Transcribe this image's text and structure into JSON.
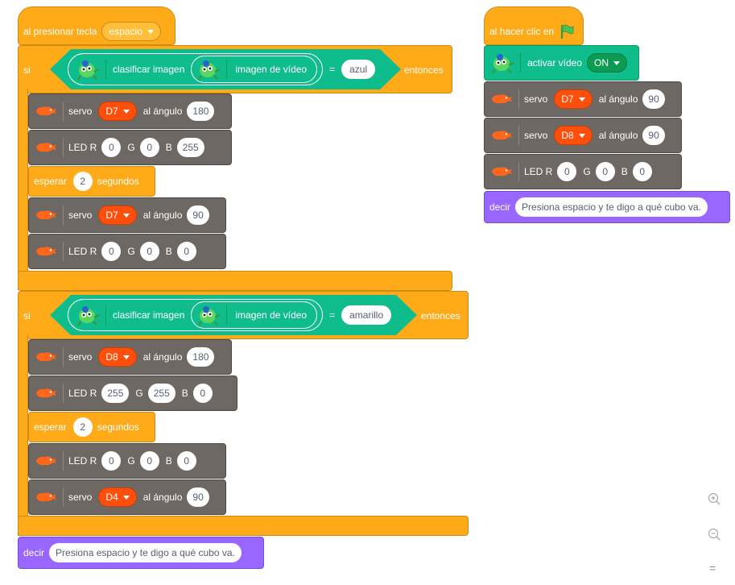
{
  "left_script": {
    "hat": {
      "label": "al presionar tecla",
      "key": "espacio"
    },
    "if1": {
      "si": "si",
      "classify_label": "clasificar imagen",
      "video_label": "imagen de vídeo",
      "equals": "=",
      "value": "azul",
      "then": "entonces",
      "blocks": [
        {
          "type": "servo",
          "servo_label": "servo",
          "port": "D7",
          "angle_label": "al ángulo",
          "angle": "180"
        },
        {
          "type": "led",
          "led_label": "LED R",
          "r": "0",
          "g_label": "G",
          "g": "0",
          "b_label": "B",
          "b": "255"
        },
        {
          "type": "wait",
          "wait_label": "esperar",
          "seconds": "2",
          "seconds_label": "segundos"
        },
        {
          "type": "servo",
          "servo_label": "servo",
          "port": "D7",
          "angle_label": "al ángulo",
          "angle": "90"
        },
        {
          "type": "led",
          "led_label": "LED R",
          "r": "0",
          "g_label": "G",
          "g": "0",
          "b_label": "B",
          "b": "0"
        }
      ]
    },
    "if2": {
      "si": "si",
      "classify_label": "clasificar imagen",
      "video_label": "imagen de vídeo",
      "equals": "=",
      "value": "amarillo",
      "then": "entonces",
      "blocks": [
        {
          "type": "servo",
          "servo_label": "servo",
          "port": "D8",
          "angle_label": "al ángulo",
          "angle": "180"
        },
        {
          "type": "led",
          "led_label": "LED R",
          "r": "255",
          "g_label": "G",
          "g": "255",
          "b_label": "B",
          "b": "0"
        },
        {
          "type": "wait",
          "wait_label": "esperar",
          "seconds": "2",
          "seconds_label": "segundos"
        },
        {
          "type": "led",
          "led_label": "LED R",
          "r": "0",
          "g_label": "G",
          "g": "0",
          "b_label": "B",
          "b": "0"
        },
        {
          "type": "servo",
          "servo_label": "servo",
          "port": "D4",
          "angle_label": "al ángulo",
          "angle": "90"
        }
      ]
    },
    "say": {
      "label": "decir",
      "message": "Presiona espacio y te digo a qué cubo va."
    }
  },
  "right_script": {
    "hat": {
      "label": "al hacer clic en",
      "icon": "green-flag-icon"
    },
    "video": {
      "label": "activar vídeo",
      "state": "ON"
    },
    "servo1": {
      "servo_label": "servo",
      "port": "D7",
      "angle_label": "al ángulo",
      "angle": "90"
    },
    "servo2": {
      "servo_label": "servo",
      "port": "D8",
      "angle_label": "al ángulo",
      "angle": "90"
    },
    "led": {
      "led_label": "LED R",
      "r": "0",
      "g_label": "G",
      "g": "0",
      "b_label": "B",
      "b": "0"
    },
    "say": {
      "label": "decir",
      "message": "Presiona espacio y te digo a qué cubo va."
    }
  },
  "zoom_controls": {
    "zoom_in": "+",
    "zoom_out": "−",
    "reset": "="
  },
  "colors": {
    "events": "#ffab19",
    "control": "#ffab19",
    "extension": "#6e6865",
    "ml": "#0fbd8c",
    "looks": "#9966ff",
    "port": "#ff4f0d"
  }
}
